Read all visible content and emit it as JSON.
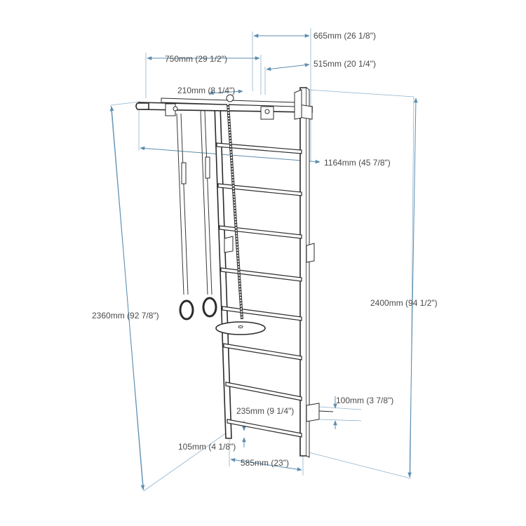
{
  "diagram": {
    "line_color": "#2b2b2b",
    "dimension_color": "#5b8db0",
    "dimensions": {
      "depth_total": "665mm (26 1/8\")",
      "pullup_bar_width": "750mm (29 1/2\")",
      "depth_inner": "515mm (20 1/4\")",
      "bar_offset": "210mm (8 1/4\")",
      "bar_height": "1164mm (45 7/8\")",
      "wall_height": "2400mm (94 1/2\")",
      "ladder_height": "2360mm (92 7/8\")",
      "foot_offset": "100mm (3 7/8\")",
      "rung_spacing": "235mm (9 1/4\")",
      "bottom_rung_height": "105mm (4 1/8\")",
      "ladder_width": "585mm (23\")"
    }
  }
}
